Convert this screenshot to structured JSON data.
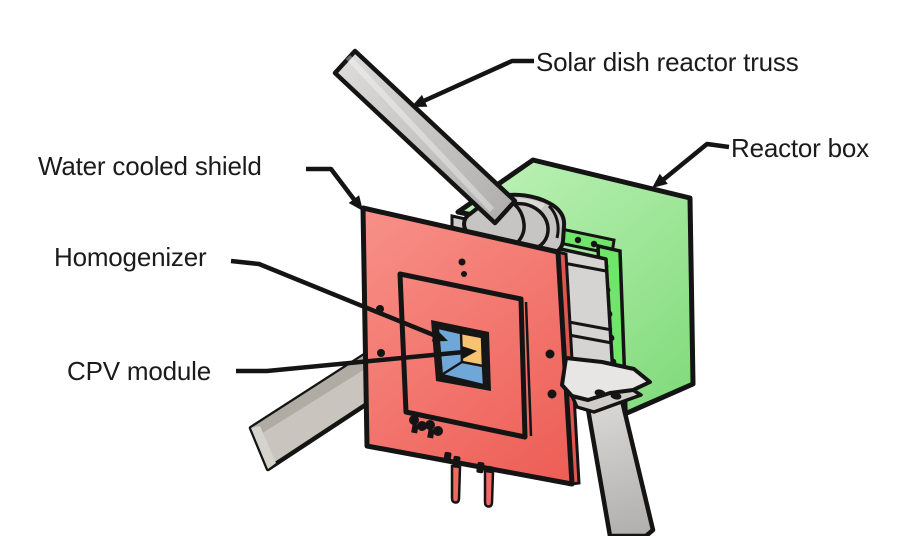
{
  "labels": [
    {
      "id": "solar-dish-reactor-truss",
      "text": "Solar dish reactor truss"
    },
    {
      "id": "reactor-box",
      "text": "Reactor box"
    },
    {
      "id": "water-cooled-shield",
      "text": "Water cooled shield"
    },
    {
      "id": "homogenizer",
      "text": "Homogenizer"
    },
    {
      "id": "cpv-module",
      "text": "CPV module"
    }
  ],
  "colors": {
    "background": "#ffffff",
    "outline": "#141414",
    "label_text": "#1b1b1b",
    "shield_light": "#f79088",
    "shield_dark": "#ed5d55",
    "shield_edge": "#e0564f",
    "pin_red": "#ee6a62",
    "reactor_box_light": "#b9f0b3",
    "reactor_box_dark": "#80da7a",
    "flange_green": "#6fe569",
    "homogenizer_blue": "#6fa8d8",
    "cpv_orange": "#f6c373",
    "truss_light": "#dddbd9",
    "truss_dark": "#b1afad",
    "truss_beige": "#c9c4bd",
    "truss_beige_top": "#b0aba3",
    "truss_end_cap": "#d6d3cd",
    "clamp_gray": "#c7c5c3",
    "clamp_highlight": "#dcdad8",
    "body_gray": "#d6d4d2",
    "rail_gray": "#cfcdcb",
    "bracket_light": "#e8e6e4",
    "bracket_shadow": "#cfccc9"
  }
}
